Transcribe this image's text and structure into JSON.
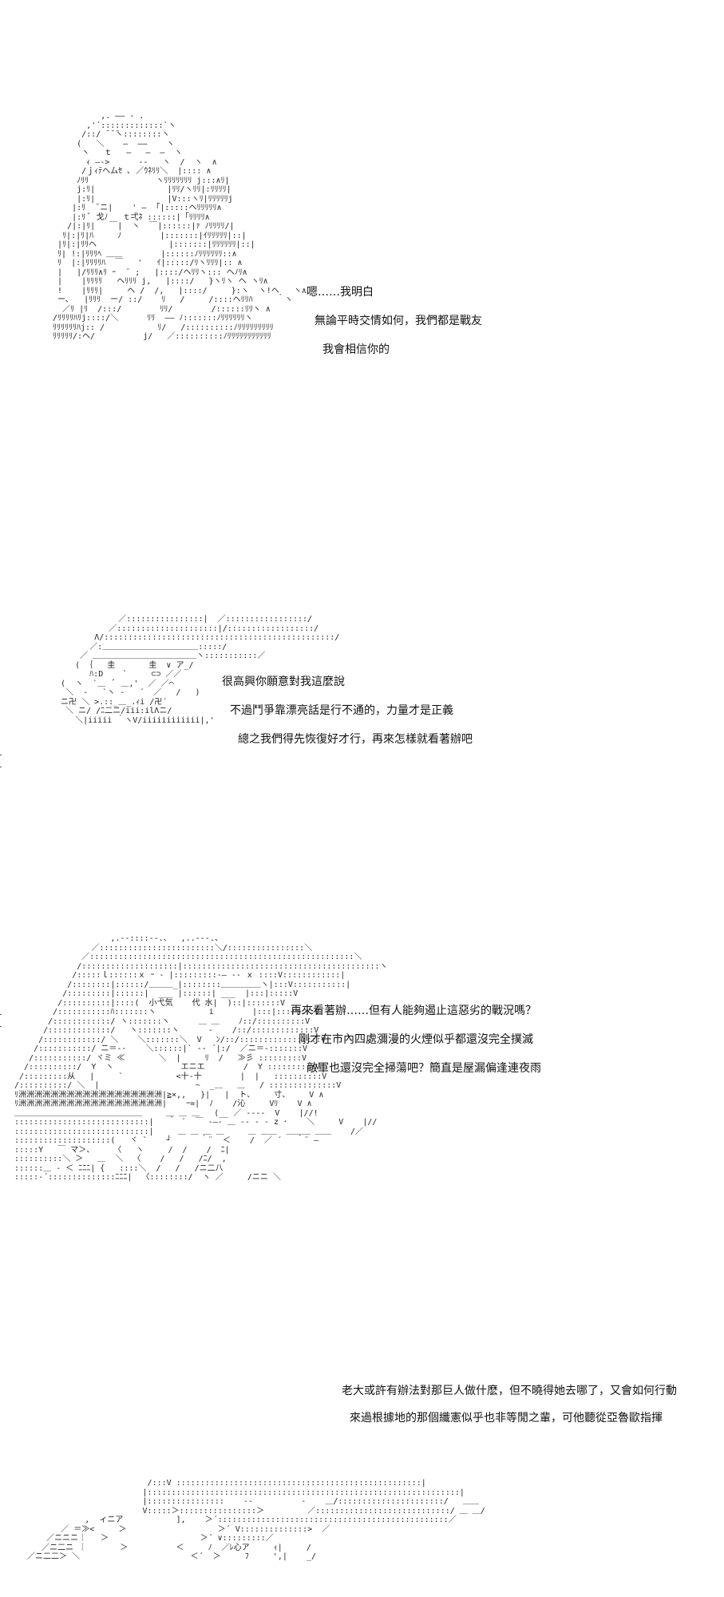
{
  "panels": [
    {
      "lines": [
        "嗯……我明白",
        "無論平時交情如何，我們都是戰友",
        "我會相信你的"
      ]
    },
    {
      "lines": [
        "很高興你願意對我這麼說",
        "不過鬥爭靠漂亮話是行不通的，力量才是正義",
        "總之我們得先恢復好才行，再來怎樣就看著辦吧"
      ]
    },
    {
      "lines": [
        "再來看著辦……但有人能夠遏止這惡劣的戰況嗎？",
        "剛才在市內四處瀰漫的火煙似乎都還沒完全撲滅",
        "敵軍也還沒完全掃蕩吧？簡直是屋漏偏逢連夜雨"
      ]
    },
    {
      "lines": [
        "老大或許有辦法對那巨人做什麽，但不曉得她去哪了，又會如何行動",
        "來過根據地的那個纖憲似乎也非等閒之輩，可他聽從亞魯歐指揮"
      ]
    }
  ]
}
